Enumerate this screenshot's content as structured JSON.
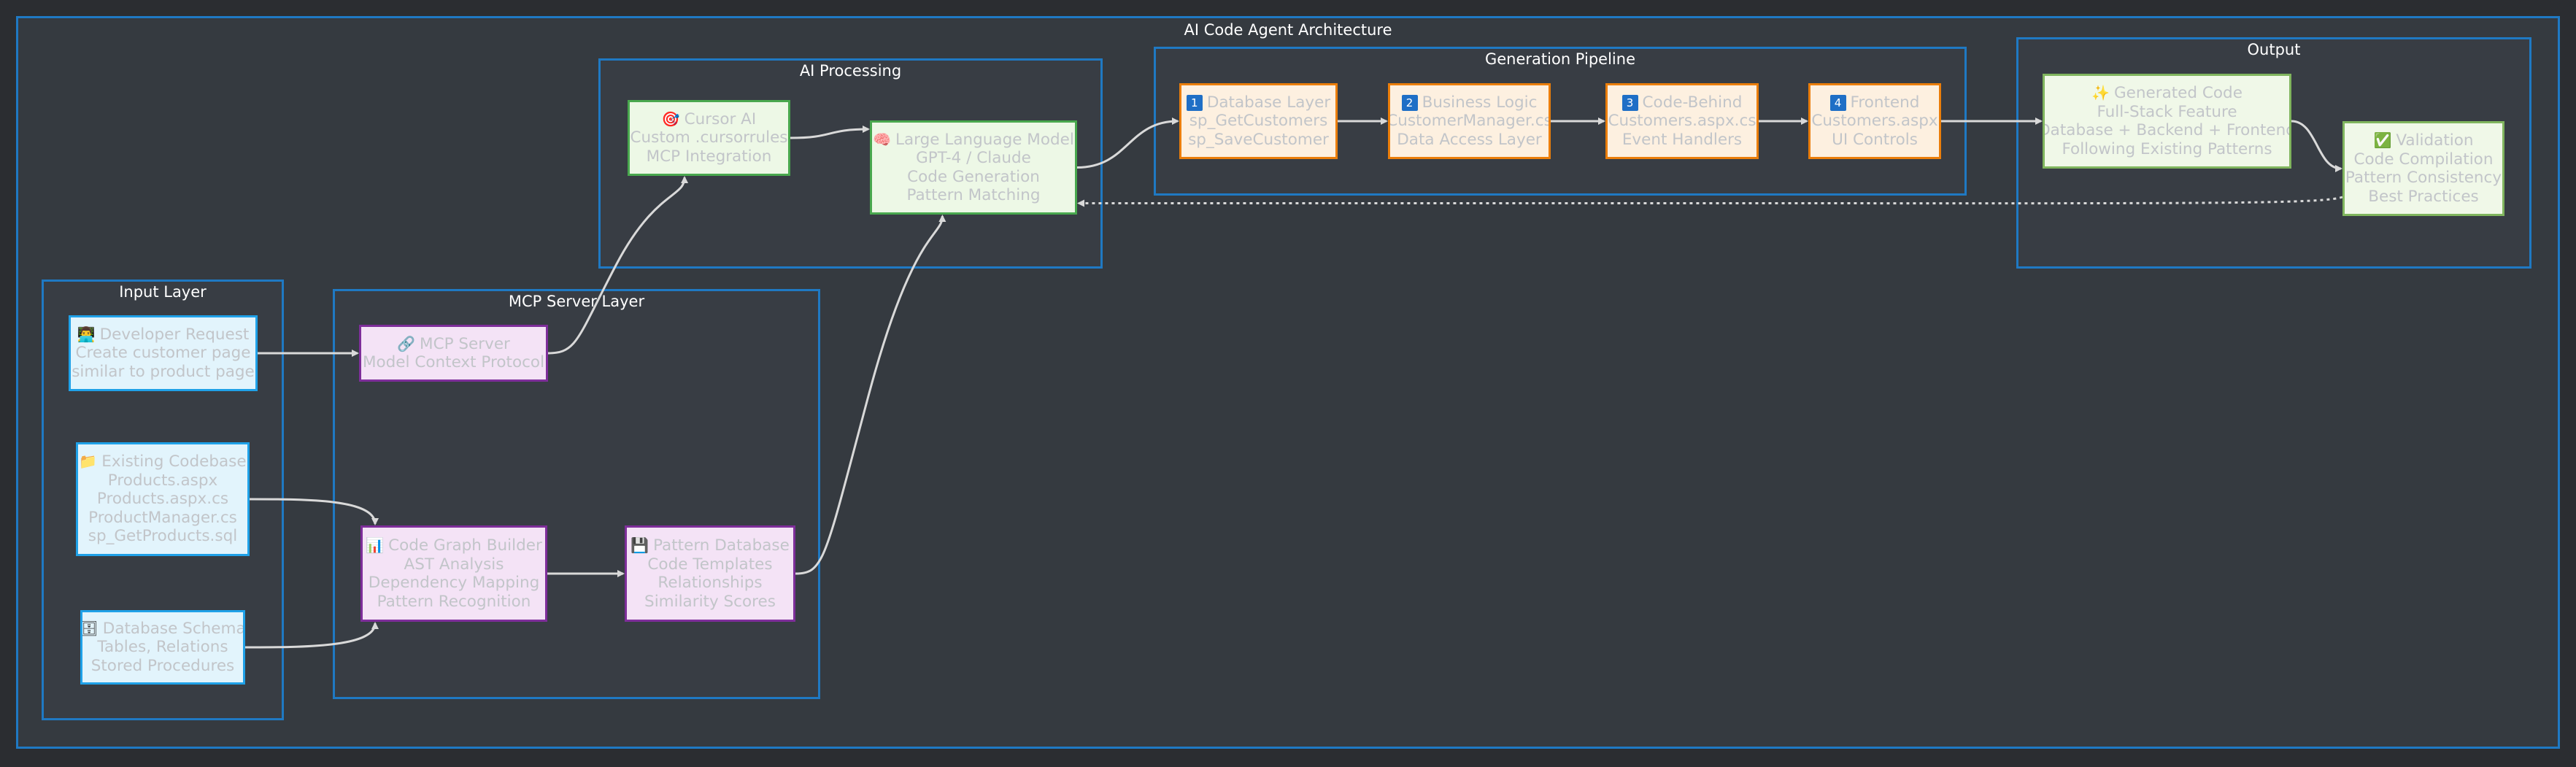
{
  "diagram": {
    "title": "AI Code Agent Architecture",
    "groups": {
      "input": {
        "title": "Input Layer"
      },
      "mcp": {
        "title": "MCP Server Layer"
      },
      "ai": {
        "title": "AI Processing"
      },
      "gen": {
        "title": "Generation Pipeline"
      },
      "out": {
        "title": "Output"
      }
    },
    "nodes": {
      "dev_request": {
        "icon": "👨‍💻",
        "icon_name": "developer-icon",
        "lines": [
          "Developer Request",
          "Create customer page",
          "similar to product page"
        ]
      },
      "codebase": {
        "icon": "📁",
        "icon_name": "folder-icon",
        "lines": [
          "Existing Codebase",
          "Products.aspx",
          "Products.aspx.cs",
          "ProductManager.cs",
          "sp_GetProducts.sql"
        ]
      },
      "db_schema": {
        "icon": "🗄",
        "icon_name": "database-icon",
        "lines": [
          "Database Schema",
          "Tables, Relations",
          "Stored Procedures"
        ]
      },
      "mcp_server": {
        "icon": "🔗",
        "icon_name": "link-icon",
        "lines": [
          "MCP Server",
          "Model Context Protocol"
        ]
      },
      "graph_builder": {
        "icon": "📊",
        "icon_name": "chart-icon",
        "lines": [
          "Code Graph Builder",
          "AST Analysis",
          "Dependency Mapping",
          "Pattern Recognition"
        ]
      },
      "pattern_db": {
        "icon": "💾",
        "icon_name": "floppy-disk-icon",
        "lines": [
          "Pattern Database",
          "Code Templates",
          "Relationships",
          "Similarity Scores"
        ]
      },
      "cursor": {
        "icon": "🎯",
        "icon_name": "target-icon",
        "lines": [
          "Cursor AI",
          "Custom .cursorrules",
          "MCP Integration"
        ]
      },
      "llm": {
        "icon": "🧠",
        "icon_name": "brain-icon",
        "lines": [
          "Large Language Model",
          "GPT-4 / Claude",
          "Code Generation",
          "Pattern Matching"
        ]
      },
      "db_layer": {
        "icon": "1",
        "icon_name": "number-1-icon",
        "lines": [
          "Database Layer",
          "sp_GetCustomers",
          "sp_SaveCustomer"
        ]
      },
      "business": {
        "icon": "2",
        "icon_name": "number-2-icon",
        "lines": [
          "Business Logic",
          "CustomerManager.cs",
          "Data Access Layer"
        ]
      },
      "codebehind": {
        "icon": "3",
        "icon_name": "number-3-icon",
        "lines": [
          "Code-Behind",
          "Customers.aspx.cs",
          "Event Handlers"
        ]
      },
      "frontend": {
        "icon": "4",
        "icon_name": "number-4-icon",
        "lines": [
          "Frontend",
          "Customers.aspx",
          "UI Controls"
        ]
      },
      "generated": {
        "icon": "✨",
        "icon_name": "sparkles-icon",
        "lines": [
          "Generated Code",
          "Full-Stack Feature",
          "Database + Backend + Frontend",
          "Following Existing Patterns"
        ]
      },
      "validation": {
        "icon": "✅",
        "icon_name": "check-mark-icon",
        "lines": [
          "Validation",
          "Code Compilation",
          "Pattern Consistency",
          "Best Practices"
        ]
      }
    },
    "edges": [
      {
        "from": "dev_request",
        "to": "mcp_server",
        "style": "solid"
      },
      {
        "from": "codebase",
        "to": "graph_builder",
        "style": "solid"
      },
      {
        "from": "db_schema",
        "to": "graph_builder",
        "style": "solid"
      },
      {
        "from": "mcp_server",
        "to": "cursor",
        "style": "solid"
      },
      {
        "from": "graph_builder",
        "to": "pattern_db",
        "style": "solid"
      },
      {
        "from": "pattern_db",
        "to": "llm",
        "style": "solid"
      },
      {
        "from": "cursor",
        "to": "llm",
        "style": "solid"
      },
      {
        "from": "llm",
        "to": "db_layer",
        "style": "solid"
      },
      {
        "from": "db_layer",
        "to": "business",
        "style": "solid"
      },
      {
        "from": "business",
        "to": "codebehind",
        "style": "solid"
      },
      {
        "from": "codebehind",
        "to": "frontend",
        "style": "solid"
      },
      {
        "from": "frontend",
        "to": "generated",
        "style": "solid"
      },
      {
        "from": "generated",
        "to": "validation",
        "style": "solid"
      },
      {
        "from": "validation",
        "to": "llm",
        "style": "dotted"
      }
    ],
    "colors": {
      "group_border": "#1f79c3",
      "edge": "#d9d9d9",
      "input": "#1fa1e8",
      "mcp": "#7e2e9a",
      "ai": "#49a84e",
      "generation": "#eb7e0a",
      "output": "#80b55e"
    }
  }
}
